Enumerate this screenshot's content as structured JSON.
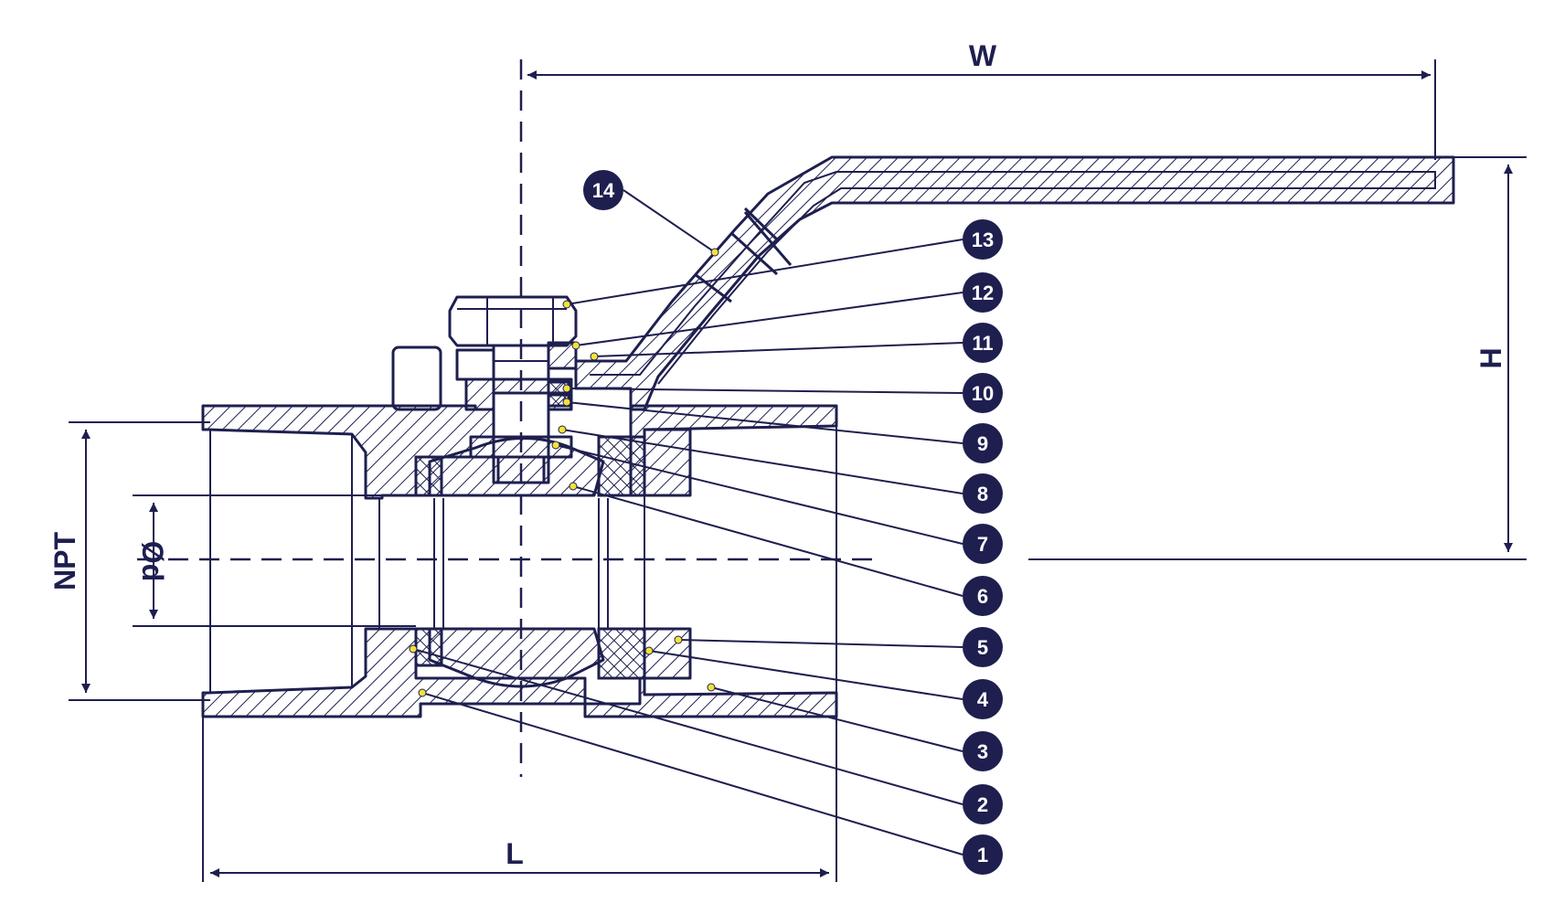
{
  "dimensions": {
    "width_label": "W",
    "length_label": "L",
    "height_label": "H",
    "thread_label": "NPT",
    "bore_label": "Ød"
  },
  "callouts": [
    "1",
    "2",
    "3",
    "4",
    "5",
    "6",
    "7",
    "8",
    "9",
    "10",
    "11",
    "12",
    "13",
    "14"
  ],
  "colors": {
    "ink": "#1e1f4f",
    "marker": "#f2e23a",
    "paper": "#ffffff"
  }
}
